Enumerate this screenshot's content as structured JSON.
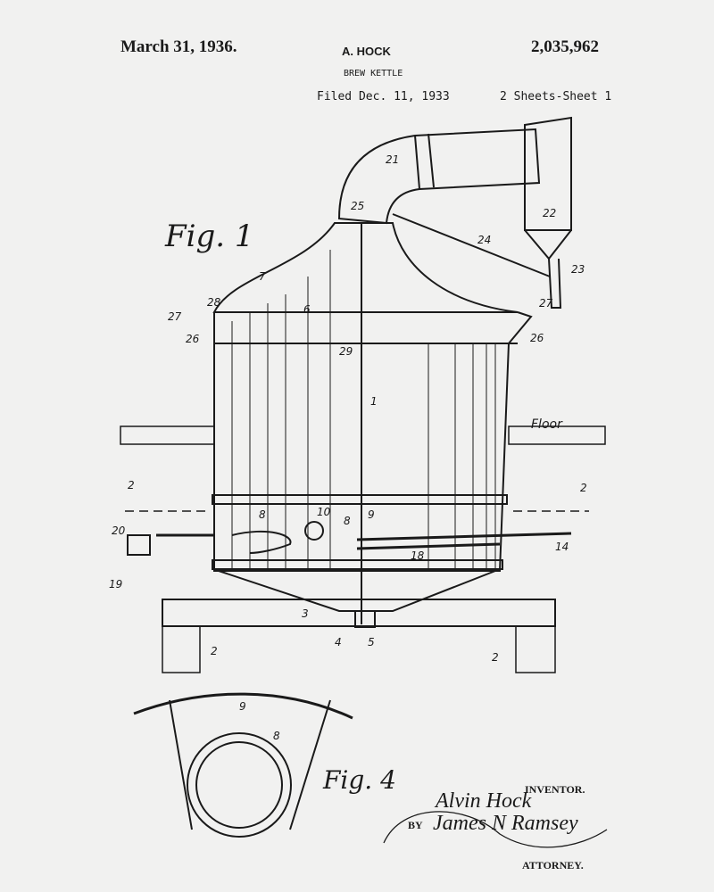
{
  "header": {
    "date": "March 31, 1936.",
    "inventor_name": "A. HOCK",
    "patent_number": "2,035,962",
    "title": "BREW KETTLE",
    "filed": "Filed Dec. 11, 1933",
    "sheet": "2 Sheets-Sheet 1"
  },
  "figures": {
    "fig1": "Fig. 1",
    "fig4": "Fig. 4"
  },
  "labels": {
    "l21": "21",
    "l22": "22",
    "l23": "23",
    "l24": "24",
    "l25": "25",
    "l7": "7",
    "l6": "6",
    "l28": "28",
    "l27a": "27",
    "l26a": "26",
    "l29": "29",
    "l27b": "27",
    "l26b": "26",
    "l1": "1",
    "floor": "Floor",
    "l2a": "2",
    "l2b": "2",
    "l8a": "8",
    "l10": "10",
    "l8b": "8",
    "l9": "9",
    "l20": "20",
    "l19": "19",
    "l14": "14",
    "l18": "18",
    "l3": "3",
    "l4": "4",
    "l5": "5",
    "l2c": "2",
    "l2d": "2",
    "l9b": "9",
    "l8c": "8"
  },
  "signature_block": {
    "inventor_label": "INVENTOR.",
    "inventor_signature": "Alvin Hock",
    "by": "BY",
    "attorney_signature": "James N Ramsey",
    "attorney_label": "ATTORNEY."
  }
}
